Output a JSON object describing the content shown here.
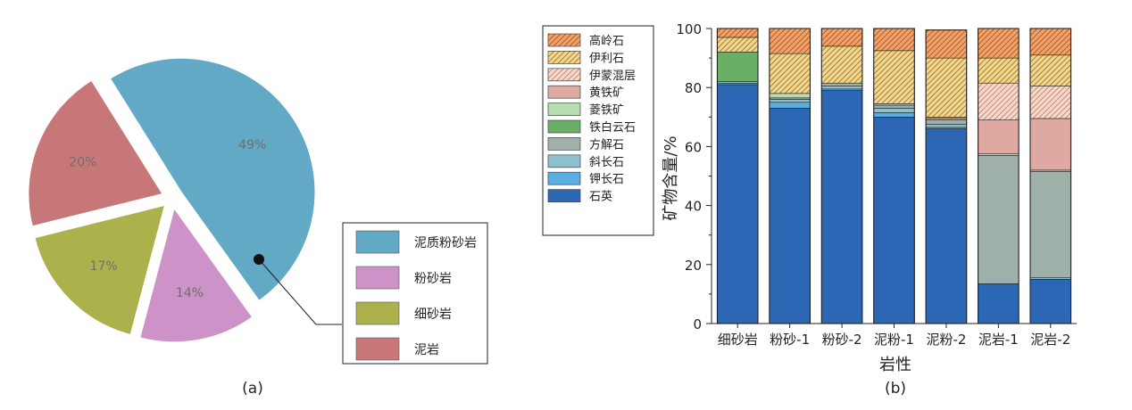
{
  "chart_data": [
    {
      "type": "pie",
      "panel_label": "(a)",
      "categories": [
        "泥质粉砂岩",
        "粉砂岩",
        "细砂岩",
        "泥岩"
      ],
      "values": [
        49,
        14,
        17,
        20
      ],
      "value_labels": [
        "49%",
        "14%",
        "17%",
        "20%"
      ],
      "colors": [
        "#62a9c6",
        "#cd93c8",
        "#abb24c",
        "#c87779"
      ],
      "exploded": true,
      "legend": "right"
    },
    {
      "type": "bar",
      "stacked": true,
      "panel_label": "(b)",
      "xlabel": "岩性",
      "ylabel": "矿物含量/%",
      "ylim": [
        0,
        100
      ],
      "yticks": [
        "0",
        "20",
        "40",
        "60",
        "80",
        "100"
      ],
      "categories": [
        "细砂岩",
        "粉砂-1",
        "粉砂-2",
        "泥粉-1",
        "泥粉-2",
        "泥岩-1",
        "泥岩-2"
      ],
      "legend": "left",
      "series": [
        {
          "name": "石英",
          "color": "#2b67b5",
          "values": [
            81,
            73,
            79,
            70,
            66,
            13.5,
            15
          ]
        },
        {
          "name": "钾长石",
          "color": "#5aaedf",
          "values": [
            0.5,
            2,
            0.5,
            1.5,
            0.5,
            0,
            0
          ]
        },
        {
          "name": "斜长石",
          "color": "#8fbfcf",
          "values": [
            0.5,
            1,
            1,
            1.5,
            1,
            0,
            0.5
          ]
        },
        {
          "name": "方解石",
          "color": "#9fb0ab",
          "values": [
            0,
            0.5,
            1,
            1,
            1.5,
            43.5,
            36
          ]
        },
        {
          "name": "铁白云石",
          "color": "#6aaf66",
          "values": [
            10,
            0,
            0,
            0,
            0,
            0,
            0
          ]
        },
        {
          "name": "菱铁矿",
          "color": "#b6dcb0",
          "values": [
            0,
            1.5,
            0,
            0.5,
            0.5,
            0.5,
            0.5
          ]
        },
        {
          "name": "黄铁矿",
          "color": "#dea9a1",
          "values": [
            0,
            0,
            0,
            0,
            0.5,
            11.5,
            17.5
          ]
        },
        {
          "name": "伊蒙混层",
          "color": "#f6d9cb",
          "hatch": "#d07a62",
          "values": [
            0,
            0,
            0,
            0,
            0,
            12.5,
            11
          ]
        },
        {
          "name": "伊利石",
          "color": "#f2d58e",
          "hatch": "#9a7a2a",
          "values": [
            5,
            13.5,
            12.5,
            18,
            20,
            8.5,
            10.5
          ]
        },
        {
          "name": "高岭石",
          "color": "#f0a368",
          "hatch": "#b0502a",
          "values": [
            3,
            8.5,
            6,
            7.5,
            9.5,
            10,
            9
          ]
        }
      ]
    }
  ]
}
